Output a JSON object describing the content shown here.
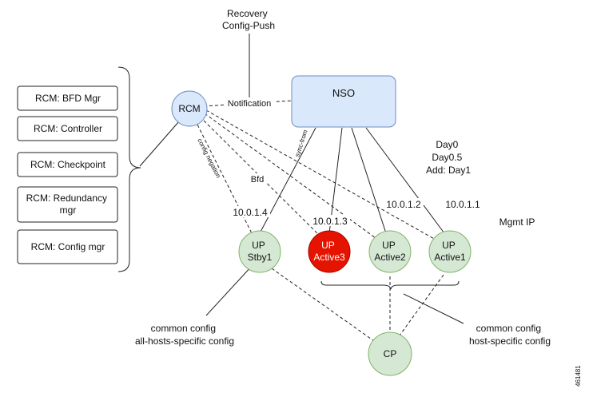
{
  "recovery_label": [
    "Recovery",
    "Config-Push"
  ],
  "nso_label": "NSO",
  "rcm_label": "RCM",
  "notification_label": "Notification",
  "rcm_components": [
    [
      "RCM: BFD Mgr"
    ],
    [
      "RCM: Controller"
    ],
    [
      "RCM: Checkpoint"
    ],
    [
      "RCM: Redundancy",
      "mgr"
    ],
    [
      "RCM: Config mgr"
    ]
  ],
  "config_negation_label": "config negation",
  "bfd_label": "Bfd",
  "sync_from_label": "sync-from",
  "day_labels": [
    "Day0",
    "Day0.5",
    "Add: Day1"
  ],
  "mgmt_ip_label": "Mgmt IP",
  "up_nodes": [
    {
      "title": "UP",
      "subtitle": "Stby1",
      "ip": "10.0.1.4",
      "color": "#d5e8d4"
    },
    {
      "title": "UP",
      "subtitle": "Active3",
      "ip": "10.0.1.3",
      "color": "#e51400"
    },
    {
      "title": "UP",
      "subtitle": "Active2",
      "ip": "10.0.1.2",
      "color": "#d5e8d4"
    },
    {
      "title": "UP",
      "subtitle": "Active1",
      "ip": "10.0.1.1",
      "color": "#d5e8d4"
    }
  ],
  "cp_label": "CP",
  "left_note": [
    "common config",
    "all-hosts-specific config"
  ],
  "right_note": [
    "common config",
    "host-specific config"
  ],
  "figure_id": "461481",
  "colors": {
    "blue_fill": "#dae8fc",
    "blue_stroke": "#6c8ebf",
    "green_fill": "#d5e8d4",
    "green_stroke": "#82b366",
    "red_fill": "#e51400"
  }
}
